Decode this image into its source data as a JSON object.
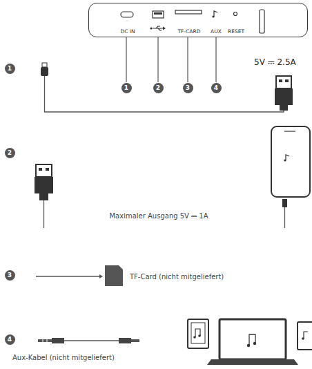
{
  "diagram": {
    "nodes": [
      {
        "text": [
          "DC IN",
          "TF-CARD",
          "AUX",
          "RESET"
        ]
      }
    ],
    "labels": [
      "1",
      "2",
      "3",
      "4",
      "1",
      "5V ⎓ 2.5A",
      "2",
      "Maximaler Ausgang 5V ⎓ 1A",
      "3",
      "TF-Card (nicht mitgeliefert)",
      "4",
      "Aux-Kabel (nicht mitgeliefert)"
    ]
  }
}
